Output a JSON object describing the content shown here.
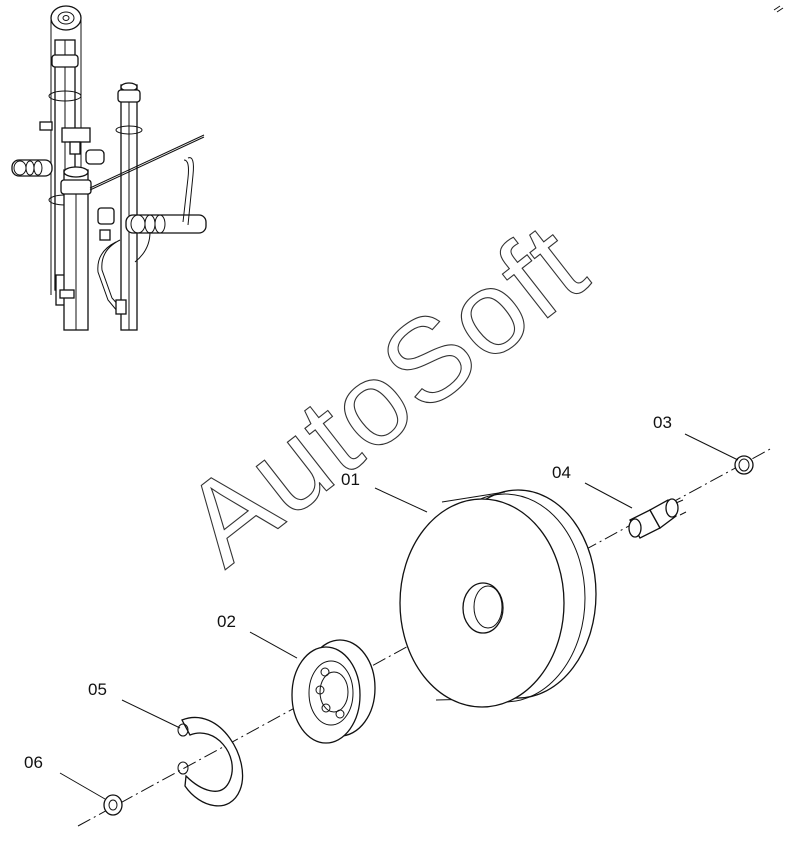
{
  "watermark": "AutoSoft",
  "callouts": [
    {
      "id": "p01",
      "label": "01"
    },
    {
      "id": "p02",
      "label": "02"
    },
    {
      "id": "p03",
      "label": "03"
    },
    {
      "id": "p04",
      "label": "04"
    },
    {
      "id": "p05",
      "label": "05"
    },
    {
      "id": "p06",
      "label": "06"
    }
  ]
}
